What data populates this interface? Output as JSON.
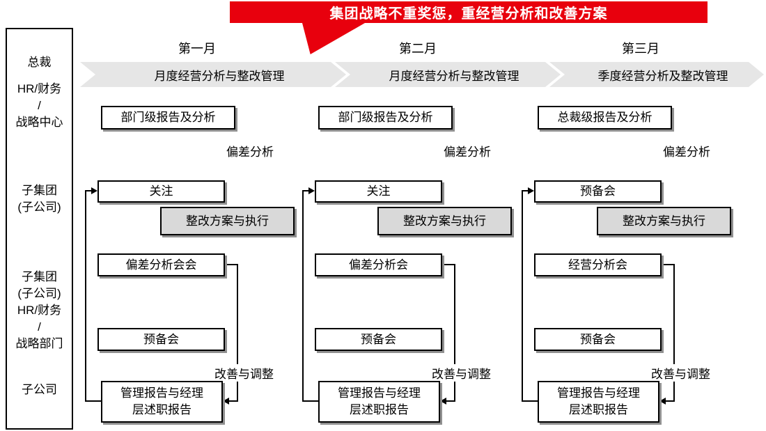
{
  "colors": {
    "accent_red": "#e8000d",
    "box_gray": "#d9d9d9",
    "arrow_gray": "#e6e6e6"
  },
  "banner": {
    "text": "集团战略不重奖惩，重经营分析和改善方案"
  },
  "sidebar": {
    "groups": [
      {
        "text": "总裁"
      },
      {
        "text": "HR/财务\n/\n战略中心"
      },
      {
        "text": "子集团\n(子公司)"
      },
      {
        "text": "子集团\n(子公司)\nHR/财务\n/\n战略部门"
      },
      {
        "text": "子公司"
      }
    ]
  },
  "columns": [
    {
      "month": "第一月",
      "phase": "月度经营分析与整改管理",
      "report_box": "部门级报告及分析",
      "deviation_label": "偏差分析",
      "focus_box": "关注",
      "plan_box": "整改方案与执行",
      "meeting_box": "偏差分析会会",
      "prep_box": "预备会",
      "adjust_label": "改善与调整",
      "summary_box": "管理报告与经理\n层述职报告"
    },
    {
      "month": "第二月",
      "phase": "月度经营分析与整改管理",
      "report_box": "部门级报告及分析",
      "deviation_label": "偏差分析",
      "focus_box": "关注",
      "plan_box": "整改方案与执行",
      "meeting_box": "偏差分析会",
      "prep_box": "预备会",
      "adjust_label": "改善与调整",
      "summary_box": "管理报告与经理\n层述职报告"
    },
    {
      "month": "第三月",
      "phase": "季度经营分析及整改管理",
      "report_box": "总裁级报告及分析",
      "deviation_label": "偏差分析",
      "focus_box": "预备会",
      "plan_box": "整改方案与执行",
      "meeting_box": "经营分析会",
      "prep_box": "预备会",
      "adjust_label": "改善与调整",
      "summary_box": "管理报告与经理\n层述职报告"
    }
  ]
}
